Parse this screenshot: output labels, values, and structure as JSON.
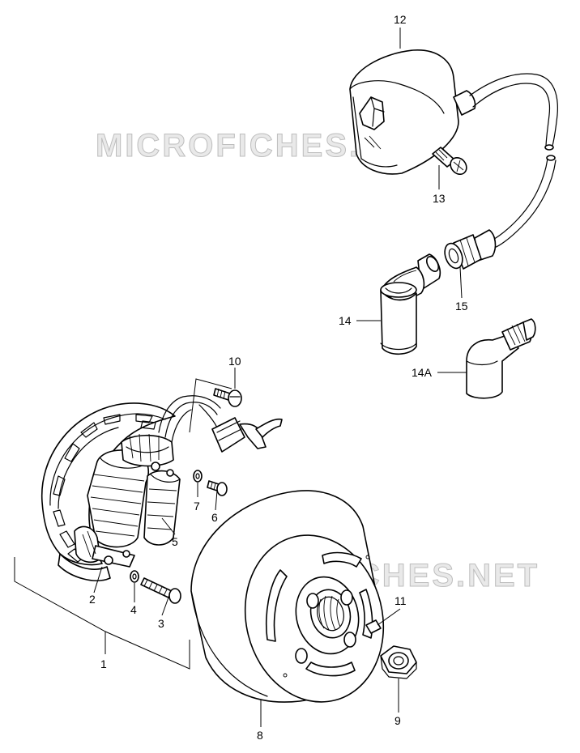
{
  "watermark": "MICROFICHES.NET",
  "labels": {
    "p1": "1",
    "p2": "2",
    "p3": "3",
    "p4": "4",
    "p5": "5",
    "p6": "6",
    "p7": "7",
    "p8": "8",
    "p9": "9",
    "p10": "10",
    "p11": "11",
    "p12": "12",
    "p13": "13",
    "p14": "14",
    "p14a": "14A",
    "p15": "15"
  }
}
